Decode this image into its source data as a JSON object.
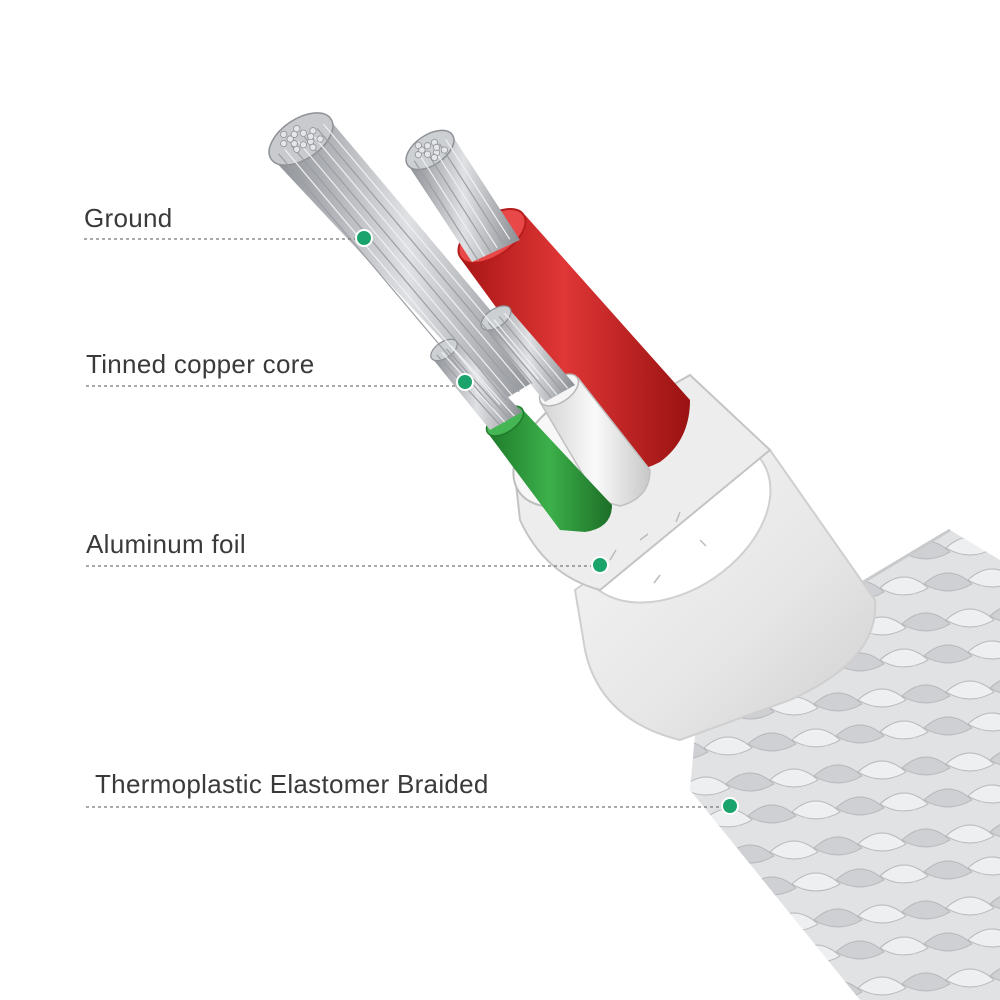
{
  "callouts": [
    {
      "id": "ground",
      "label": "Ground"
    },
    {
      "id": "core",
      "label": "Tinned copper core"
    },
    {
      "id": "foil",
      "label": "Aluminum foil"
    },
    {
      "id": "braid",
      "label": "Thermoplastic Elastomer Braided"
    }
  ],
  "colors": {
    "marker": "#1aa36a",
    "leader_line": "#777777",
    "label_text": "#3a3a3a",
    "red_insulation": "#d42a2a",
    "green_insulation": "#2f9a3a",
    "white_insulation": "#efefef",
    "braid": "#d9dadc",
    "strand": "#b9bcc0"
  },
  "icons": [
    "cable-braid-illustration",
    "strand-wire-icon",
    "callout-marker-icon"
  ]
}
